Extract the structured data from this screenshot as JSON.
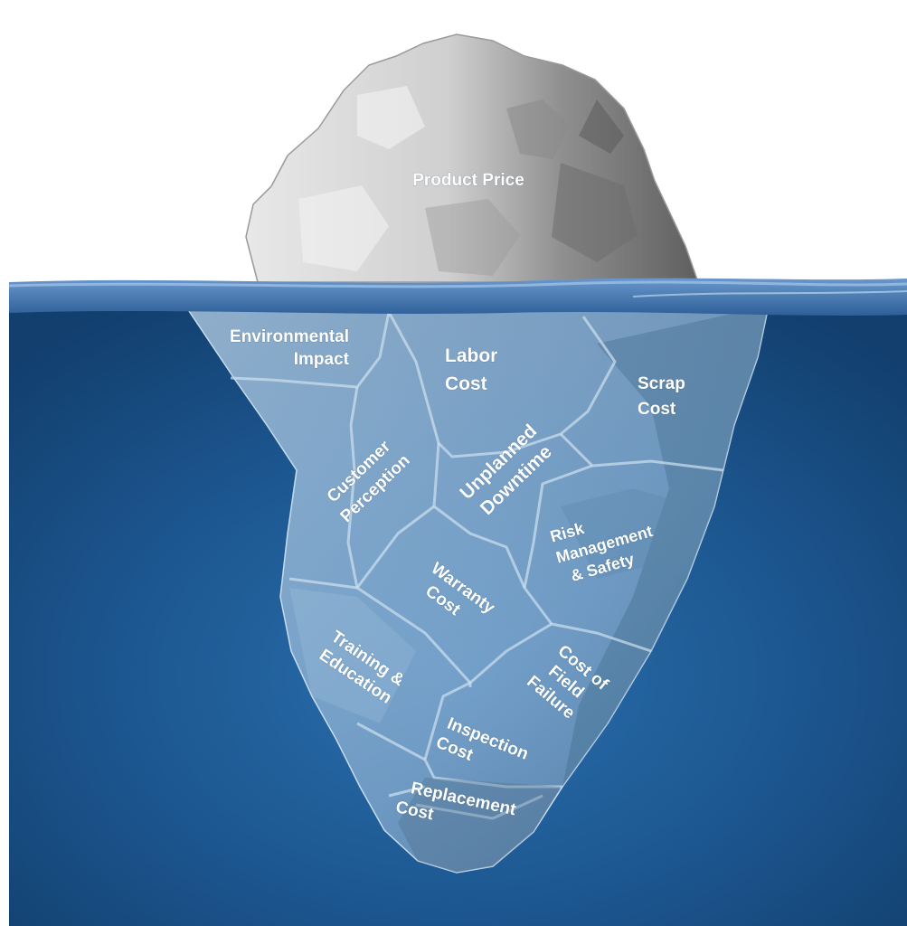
{
  "colors": {
    "water_deep": "#123f6e",
    "water_mid": "#1f5a92",
    "surface": "#4f7fb8",
    "rock_light": "#e6e6e6",
    "rock_dark": "#6b6b6b",
    "ice": "#a3c4e0",
    "label": "#ffffff"
  },
  "above_water": {
    "label": "Product Price"
  },
  "below_water": {
    "environmental_impact": [
      "Environmental",
      "Impact"
    ],
    "labor_cost": [
      "Labor",
      "Cost"
    ],
    "scrap_cost": [
      "Scrap",
      "Cost"
    ],
    "customer_perception": [
      "Customer",
      "Perception"
    ],
    "unplanned_downtime": [
      "Unplanned",
      "Downtime"
    ],
    "risk_management_safety": [
      "Risk",
      "Management",
      "& Safety"
    ],
    "warranty_cost": [
      "Warranty",
      "Cost"
    ],
    "training_education": [
      "Training &",
      "Education"
    ],
    "cost_of_field_failure": [
      "Cost of",
      "Field",
      "Failure"
    ],
    "inspection_cost": [
      "Inspection",
      "Cost"
    ],
    "replacement_cost": [
      "Replacement",
      "Cost"
    ]
  }
}
